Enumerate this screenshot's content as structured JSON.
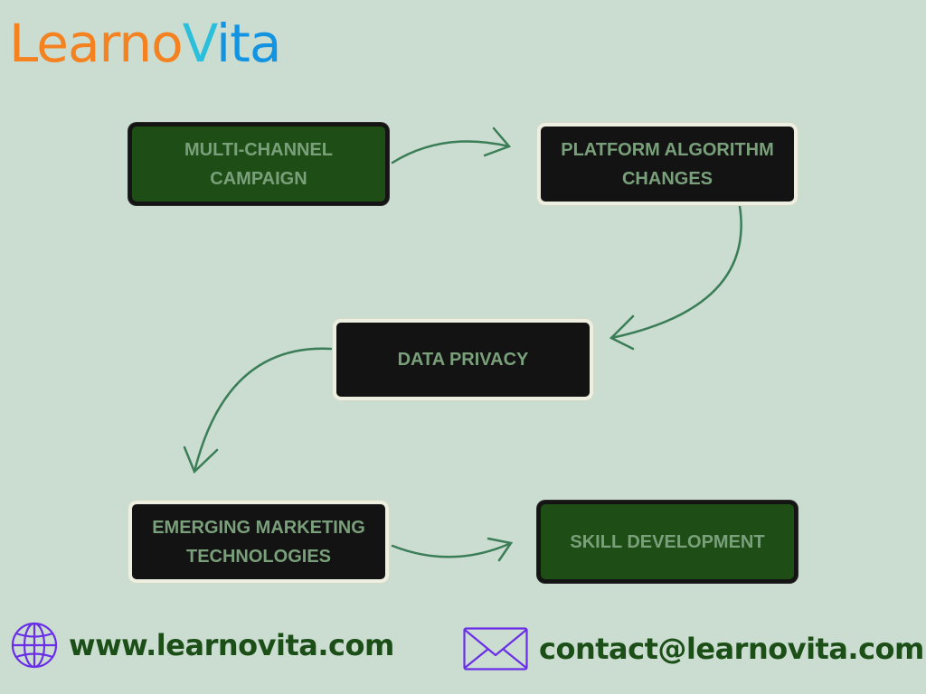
{
  "brand": {
    "logo_part1": "Learno",
    "logo_v": "V",
    "logo_part2": "ita",
    "colors": {
      "orange": "#f58220",
      "blue": "#1494e0",
      "cyan": "#2bbfdc"
    }
  },
  "diagram": {
    "nodes": [
      {
        "id": "multi-channel-campaign",
        "label": "MULTI-CHANNEL\nCAMPAIGN",
        "style": "green"
      },
      {
        "id": "platform-algorithm-changes",
        "label": "PLATFORM ALGORITHM\nCHANGES",
        "style": "dark"
      },
      {
        "id": "data-privacy",
        "label": "DATA PRIVACY",
        "style": "dark"
      },
      {
        "id": "emerging-marketing-technologies",
        "label": "EMERGING MARKETING\nTECHNOLOGIES",
        "style": "dark"
      },
      {
        "id": "skill-development",
        "label": "SKILL DEVELOPMENT",
        "style": "green"
      }
    ],
    "edges": [
      {
        "from": "multi-channel-campaign",
        "to": "platform-algorithm-changes"
      },
      {
        "from": "platform-algorithm-changes",
        "to": "data-privacy"
      },
      {
        "from": "data-privacy",
        "to": "emerging-marketing-technologies"
      },
      {
        "from": "emerging-marketing-technologies",
        "to": "skill-development"
      }
    ],
    "colors": {
      "background": "#cbddd1",
      "green_box": "#1e4d16",
      "dark_box": "#131313",
      "label_text": "#79a07a",
      "arrow": "#3a7d57"
    }
  },
  "footer": {
    "website_icon": "globe-icon",
    "website": "www.learnovita.com",
    "email_icon": "envelope-icon",
    "email": "contact@learnovita.com",
    "icon_color": "#6a2ee8",
    "text_color": "#1c4f17"
  }
}
